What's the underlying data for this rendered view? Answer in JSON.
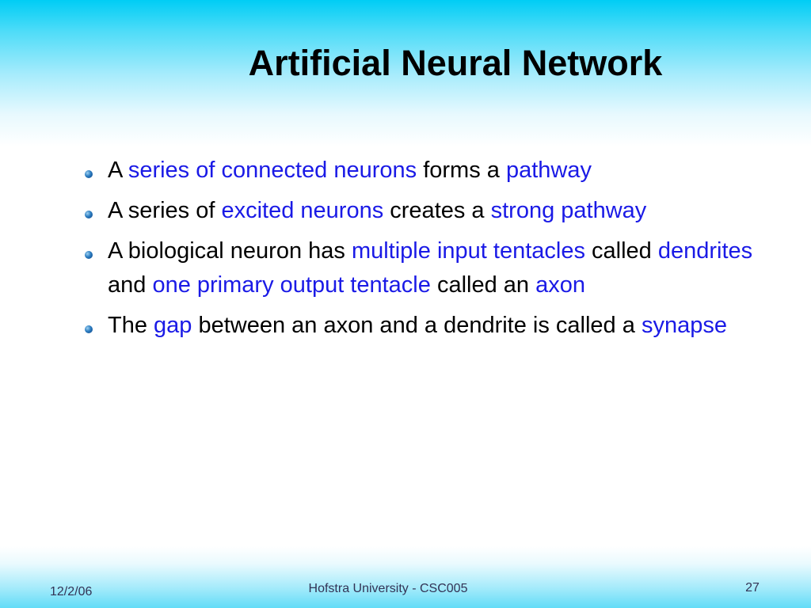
{
  "slide": {
    "title": "Artificial Neural Network",
    "bullets": [
      [
        {
          "t": "A ",
          "hl": false
        },
        {
          "t": "series of connected neurons",
          "hl": true
        },
        {
          "t": " forms a ",
          "hl": false
        },
        {
          "t": "pathway",
          "hl": true
        }
      ],
      [
        {
          "t": "A series of ",
          "hl": false
        },
        {
          "t": "excited neurons",
          "hl": true
        },
        {
          "t": " creates a ",
          "hl": false
        },
        {
          "t": "strong pathway",
          "hl": true
        }
      ],
      [
        {
          "t": "A biological neuron has ",
          "hl": false
        },
        {
          "t": "multiple input tentacles",
          "hl": true
        },
        {
          "t": " called ",
          "hl": false
        },
        {
          "t": "dendrites",
          "hl": true
        },
        {
          "t": " and ",
          "hl": false
        },
        {
          "t": "one primary output tentacle",
          "hl": true
        },
        {
          "t": " called an ",
          "hl": false
        },
        {
          "t": "axon",
          "hl": true
        }
      ],
      [
        {
          "t": "The ",
          "hl": false
        },
        {
          "t": "gap",
          "hl": true
        },
        {
          "t": " between an axon and a dendrite is called a ",
          "hl": false
        },
        {
          "t": "synapse",
          "hl": true
        }
      ]
    ],
    "bullet_icon": "sphere-bullet-icon",
    "highlight_color": "#1a1ae6",
    "text_color": "#000000"
  },
  "footer": {
    "date": "12/2/06",
    "center": "Hofstra University - CSC005",
    "page": "27"
  }
}
